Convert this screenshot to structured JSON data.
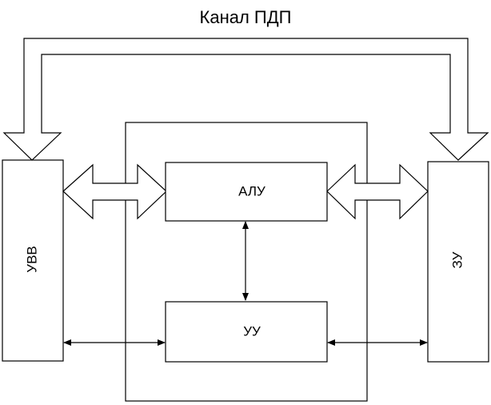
{
  "diagram": {
    "title": "Канал ПДП",
    "blocks": {
      "uvv": "УВВ",
      "alu": "АЛУ",
      "uu": "УУ",
      "zu": "ЗУ"
    }
  }
}
